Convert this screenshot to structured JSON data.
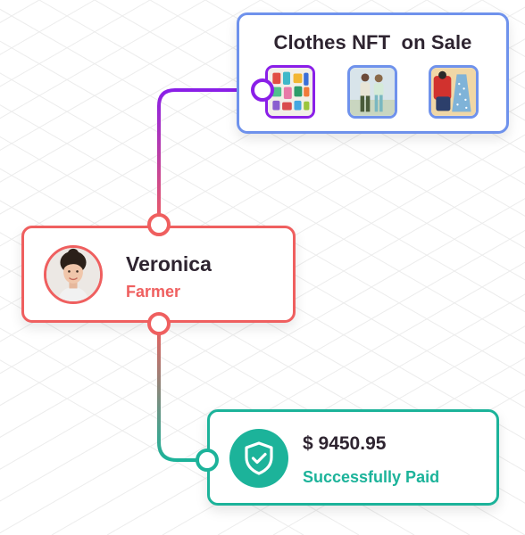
{
  "nft_card": {
    "title": "Clothes NFT  on Sale",
    "border_color": "#6f92ec",
    "thumbnails": [
      {
        "name": "assorted-clothes-flatlay",
        "selected": true
      },
      {
        "name": "couple-outfit-photo",
        "selected": false
      },
      {
        "name": "red-jacket-and-dress-photo",
        "selected": false
      }
    ]
  },
  "person_card": {
    "name": "Veronica",
    "role": "Farmer",
    "accent_color": "#ef5f5f",
    "avatar_icon": "woman-portrait"
  },
  "payment_card": {
    "amount": "$ 9450.95",
    "status": "Successfully Paid",
    "accent_color": "#1cb39a",
    "icon": "shield-check-icon"
  },
  "connectors": {
    "top_gradient": [
      "#8a1fe8",
      "#ef5f5f"
    ],
    "bottom_gradient": [
      "#ef5f5f",
      "#1cb39a"
    ]
  }
}
